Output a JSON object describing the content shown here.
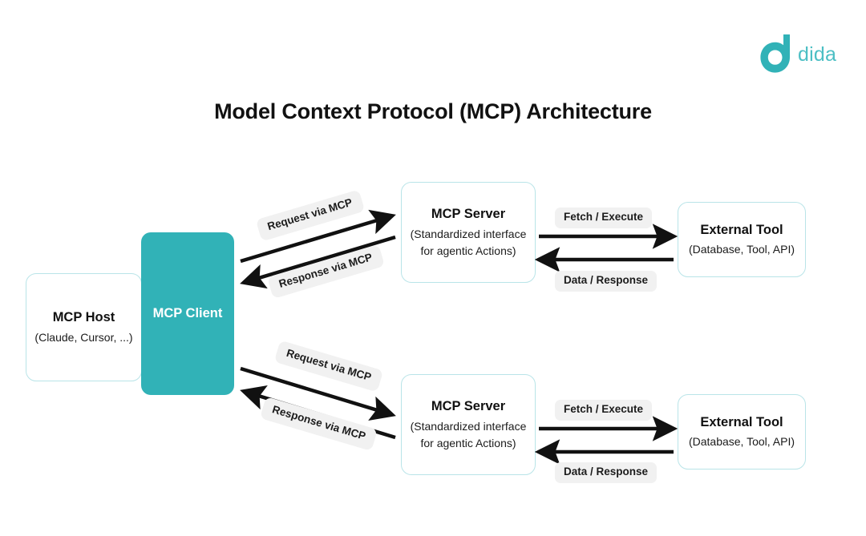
{
  "page": {
    "title": "Model Context Protocol (MCP) Architecture",
    "background": "#ffffff"
  },
  "logo": {
    "mark": "dida-hexagon-d-icon",
    "text": "dida",
    "mark_color": "#31b2b7",
    "text_color": "#4cbfc4"
  },
  "colors": {
    "teal_fill": "#31b2b7",
    "box_border": "#b9e4e8",
    "pill_background": "#f1f1f1",
    "arrow": "#111111",
    "text": "#111111"
  },
  "nodes": {
    "mcp_host": {
      "title": "MCP Host",
      "subtitle": "(Claude, Cursor, ...)"
    },
    "mcp_client": {
      "title": "MCP Client"
    },
    "mcp_server_1": {
      "title": "MCP Server",
      "subtitle_line1": "(Standardized interface",
      "subtitle_line2": "for agentic Actions)"
    },
    "mcp_server_2": {
      "title": "MCP Server",
      "subtitle_line1": "(Standardized interface",
      "subtitle_line2": "for agentic Actions)"
    },
    "external_tool_1": {
      "title": "External Tool",
      "subtitle": "(Database, Tool, API)"
    },
    "external_tool_2": {
      "title": "External Tool",
      "subtitle": "(Database, Tool, API)"
    }
  },
  "edges": {
    "client_to_server_1": "Request via MCP",
    "server_1_to_client": "Response via MCP",
    "client_to_server_2": "Request via MCP",
    "server_2_to_client": "Response via MCP",
    "server_1_to_tool_1": "Fetch / Execute",
    "tool_1_to_server_1": "Data / Response",
    "server_2_to_tool_2": "Fetch / Execute",
    "tool_2_to_server_2": "Data / Response"
  }
}
